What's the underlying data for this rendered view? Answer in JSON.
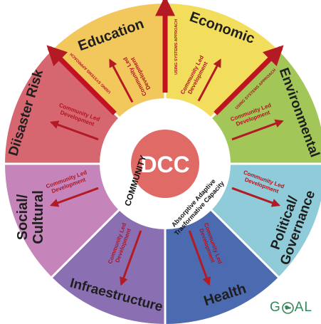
{
  "center": {
    "title": "DCC",
    "ring_left": "COMMUNITY",
    "ring_right_line1": "Absorptive Adaptive",
    "ring_right_line2": "Trasformative Capacity"
  },
  "arrow_label_line1": "Community Led",
  "arrow_label_line2": "Development",
  "approach_label": "USING SYSTEMS APPROACH",
  "segments": [
    {
      "id": "education",
      "label": "Education",
      "color": "#f2c75c"
    },
    {
      "id": "economic",
      "label": "Economic",
      "color": "#f3dd5c"
    },
    {
      "id": "environmental",
      "label": "Environmental",
      "color": "#a3c659"
    },
    {
      "id": "political",
      "label": "Political/",
      "label2": "Governance",
      "color": "#8fcbd8"
    },
    {
      "id": "health",
      "label": "Health",
      "color": "#4c6ab0"
    },
    {
      "id": "infrastructure",
      "label": "Infraestructure",
      "color": "#8b6fb3"
    },
    {
      "id": "social",
      "label": "Social/",
      "label2": "Cultural",
      "color": "#c584ba"
    },
    {
      "id": "disaster",
      "label": "Diisaster Risk",
      "color": "#d66770"
    }
  ],
  "colors": {
    "arrow": "#b31a23",
    "center_circle": "#e06a66",
    "ring": "#ffffff",
    "logo": "#2f8a57"
  },
  "logo": {
    "text_left": "G",
    "text_right": "AL"
  }
}
